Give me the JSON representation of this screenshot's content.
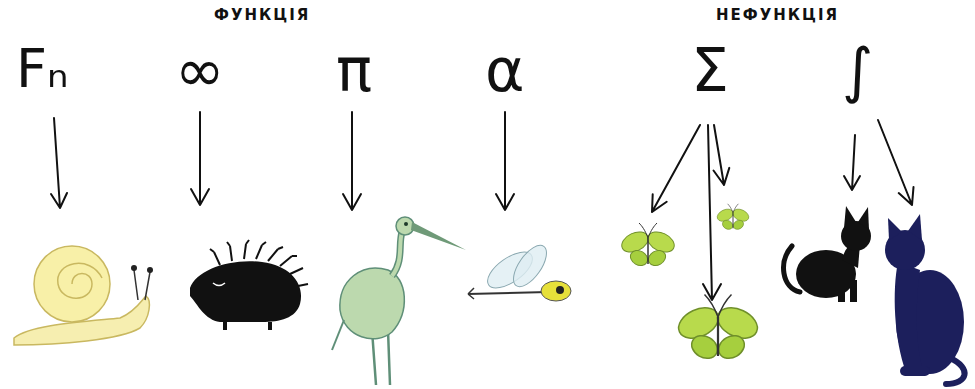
{
  "diagram": {
    "labels": [
      "ФУНКЦІЯ",
      "НЕФУНКЦІЯ",
      "Fₙ",
      "∞",
      "π",
      "α",
      "Σ",
      "∫"
    ]
  }
}
